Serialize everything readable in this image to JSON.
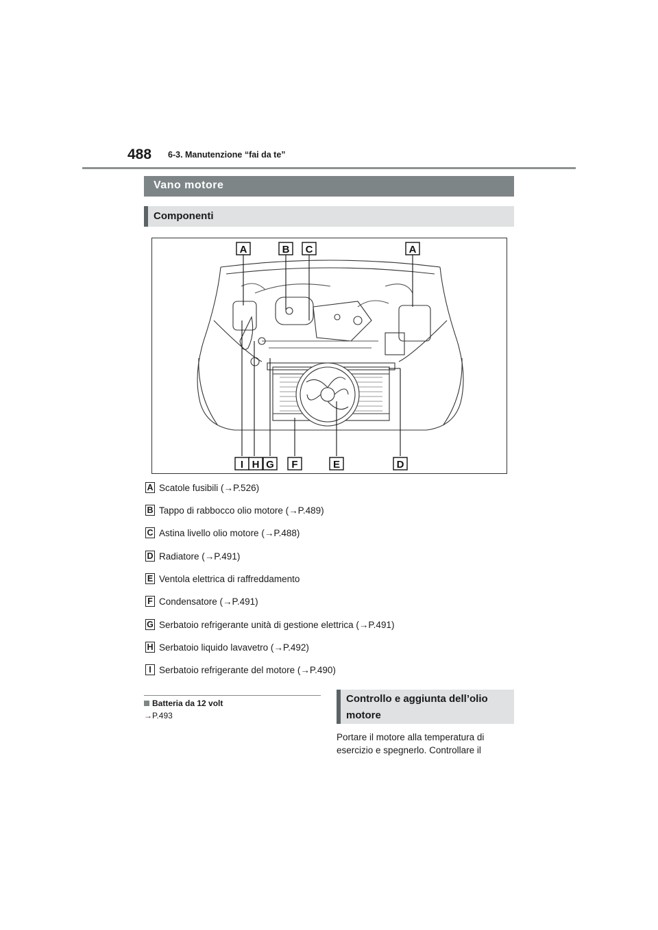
{
  "header": {
    "page_number": "488",
    "breadcrumb": "6-3. Manutenzione “fai da te”"
  },
  "section": {
    "title": "Vano motore"
  },
  "subsection": {
    "title": "Componenti"
  },
  "figure": {
    "top_labels": [
      "A",
      "B",
      "C",
      "A"
    ],
    "bottom_labels": [
      "I",
      "H",
      "G",
      "F",
      "E",
      "D"
    ]
  },
  "legend": [
    {
      "letter": "A",
      "text": "Scatole fusibili (→P.526)"
    },
    {
      "letter": "B",
      "text": "Tappo di rabbocco olio motore (→P.489)"
    },
    {
      "letter": "C",
      "text": "Astina livello olio motore (→P.488)"
    },
    {
      "letter": "D",
      "text": "Radiatore (→P.491)"
    },
    {
      "letter": "E",
      "text": "Ventola elettrica di raffreddamento"
    },
    {
      "letter": "F",
      "text": "Condensatore (→P.491)"
    },
    {
      "letter": "G",
      "text": "Serbatoio refrigerante unità di gestione elettrica (→P.491)"
    },
    {
      "letter": "H",
      "text": "Serbatoio liquido lavavetro (→P.492)"
    },
    {
      "letter": "I",
      "text": "Serbatoio refrigerante del motore (→P.490)"
    }
  ],
  "battery": {
    "title": "Batteria da 12 volt",
    "ref": "→P.493"
  },
  "oil_check": {
    "title_line1": "Controllo e aggiunta dell’olio",
    "title_line2": "motore",
    "body_line1": "Portare il motore alla temperatura di",
    "body_line2": "esercizio e spegnerlo. Controllare il"
  },
  "colors": {
    "section_bar": "#7d8587",
    "sub_bar": "#dfe1e2",
    "sub_bar_accent": "#5b6365"
  }
}
